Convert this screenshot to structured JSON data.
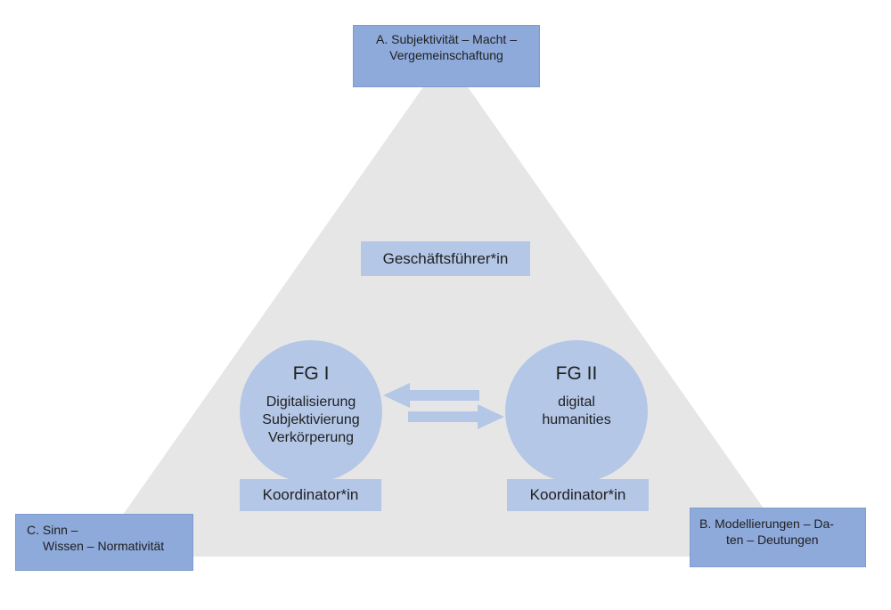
{
  "corners": {
    "a": {
      "line1": "A. Subjektivität – Macht –",
      "line2": "Vergemeinschaftung"
    },
    "b": {
      "line1": "B. Modellierungen – Da-",
      "line2": "ten – Deutungen"
    },
    "c": {
      "line1": "C. Sinn –",
      "line2": "Wissen – Normativität"
    }
  },
  "manager": {
    "label": "Geschäftsführer*in"
  },
  "groups": [
    {
      "title": "FG I",
      "lines": [
        "Digitalisierung",
        "Subjektivierung",
        "Verkörperung"
      ],
      "coordinator": "Koordinator*in"
    },
    {
      "title": "FG II",
      "lines": [
        "digital",
        "humanities"
      ],
      "coordinator": "Koordinator*in"
    }
  ],
  "colors": {
    "triangle": "#e7e6e6",
    "corner_box": "#8eaadb",
    "label_box": "#b4c7e7",
    "arrow": "#b4c7e7"
  }
}
